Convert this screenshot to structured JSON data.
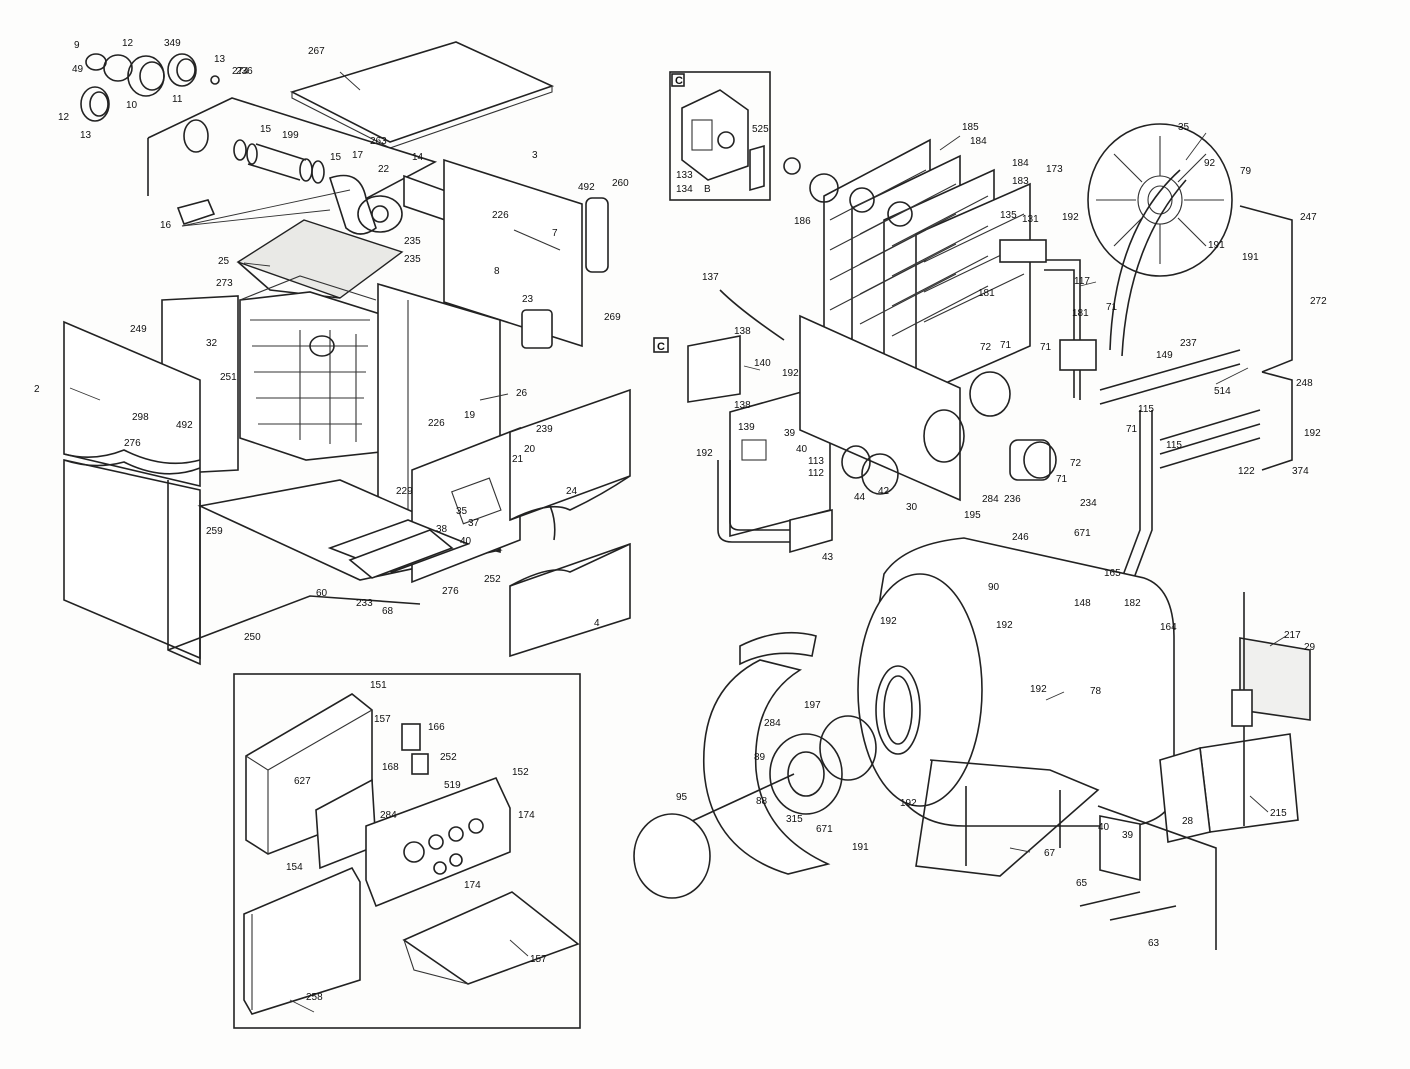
{
  "inset_tags": {
    "detail_box": "C",
    "manifold_tag": "C"
  },
  "inset_detail_labels": [
    "525",
    "133",
    "134",
    "B"
  ],
  "left_assembly_labels": [
    "9",
    "12",
    "349",
    "13",
    "49",
    "274",
    "236",
    "267",
    "10",
    "11",
    "12",
    "13",
    "15",
    "199",
    "263",
    "14",
    "3",
    "15",
    "17",
    "22",
    "492",
    "260",
    "16",
    "226",
    "25",
    "7",
    "235",
    "8",
    "273",
    "235",
    "23",
    "249",
    "32",
    "269",
    "2",
    "251",
    "298",
    "492",
    "26",
    "276",
    "19",
    "226",
    "239",
    "20",
    "21",
    "24",
    "35",
    "229",
    "259",
    "38",
    "40",
    "37",
    "252",
    "276",
    "60",
    "233",
    "68",
    "250",
    "4"
  ],
  "control_box_labels": [
    "151",
    "157",
    "166",
    "168",
    "252",
    "627",
    "519",
    "284",
    "152",
    "174",
    "154",
    "174",
    "258",
    "157"
  ],
  "right_assembly_labels": [
    "185",
    "184",
    "35",
    "184",
    "173",
    "183",
    "92",
    "79",
    "186",
    "135",
    "131",
    "192",
    "247",
    "191",
    "191",
    "137",
    "117",
    "181",
    "138",
    "181",
    "71",
    "140",
    "192",
    "72",
    "71",
    "149",
    "237",
    "272",
    "138",
    "71",
    "139",
    "514",
    "115",
    "39",
    "40",
    "71",
    "115",
    "248",
    "113",
    "112",
    "192",
    "72",
    "122",
    "192",
    "44",
    "42",
    "30",
    "374",
    "71",
    "284",
    "236",
    "234",
    "195",
    "246",
    "671",
    "43",
    "90",
    "165",
    "192",
    "148",
    "182",
    "164",
    "192",
    "192",
    "217",
    "29",
    "197",
    "284",
    "78",
    "89",
    "88",
    "95",
    "192",
    "315",
    "671",
    "191",
    "67",
    "28",
    "215",
    "40",
    "39",
    "65",
    "63"
  ]
}
